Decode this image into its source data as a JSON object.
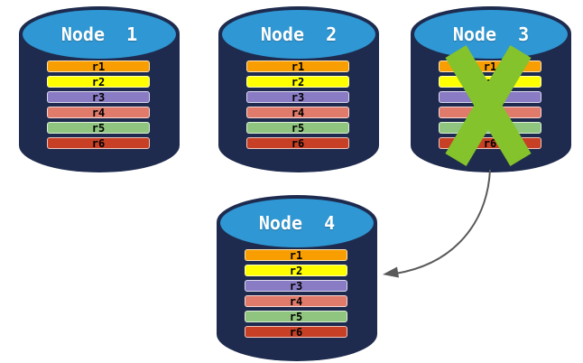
{
  "colors": {
    "navy": "#1E2B4E",
    "cap_blue": "#2F97D3",
    "title_text": "#FFFFFF",
    "bar_text": "#000000",
    "x_mark": "#84C32B",
    "arrow": "#595959"
  },
  "row_colors": [
    "#F99E00",
    "#FFFF00",
    "#8A7CC4",
    "#E07B6B",
    "#8FC57F",
    "#C74026"
  ],
  "nodes": [
    {
      "title": "Node  1",
      "status": "active",
      "rows": [
        "r1",
        "r2",
        "r3",
        "r4",
        "r5",
        "r6"
      ]
    },
    {
      "title": "Node  2",
      "status": "active",
      "rows": [
        "r1",
        "r2",
        "r3",
        "r4",
        "r5",
        "r6"
      ]
    },
    {
      "title": "Node  3",
      "status": "failed",
      "rows": [
        "r1",
        "r2",
        "r3",
        "r4",
        "r5",
        "r6"
      ]
    },
    {
      "title": "Node  4",
      "status": "active",
      "rows": [
        "r1",
        "r2",
        "r3",
        "r4",
        "r5",
        "r6"
      ]
    }
  ]
}
